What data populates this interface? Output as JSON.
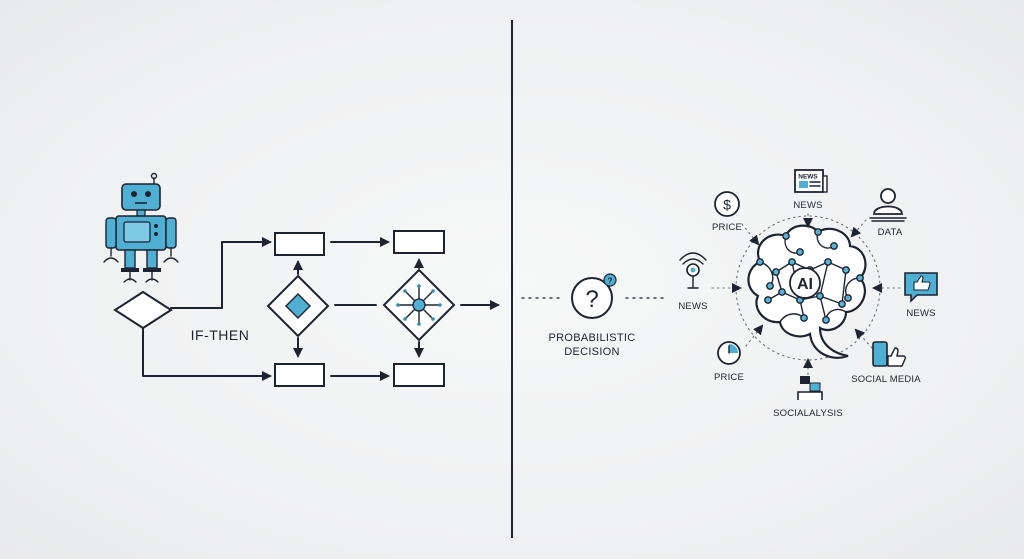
{
  "left": {
    "rule_label": "IF-THEN"
  },
  "middle": {
    "question_mark": "?",
    "badge_mark": "?",
    "decision_label_line1": "PROBABILISTIC",
    "decision_label_line2": "DECISION"
  },
  "right": {
    "brain_label": "AI",
    "inputs": [
      {
        "icon": "dollar-icon",
        "label": "PRICE"
      },
      {
        "icon": "newspaper-icon",
        "label": "NEWS"
      },
      {
        "icon": "person-icon",
        "label": "DATA"
      },
      {
        "icon": "microphone-icon",
        "label": "NEWS"
      },
      {
        "icon": "thumbs-up-bubble-icon",
        "label": "NEWS"
      },
      {
        "icon": "clock-icon",
        "label": "PRICE"
      },
      {
        "icon": "chat-person-icon",
        "label": "SOCIALALYSIS"
      },
      {
        "icon": "phone-like-icon",
        "label": "SOCIAL MEDIA"
      }
    ],
    "dollar_glyph": "$",
    "newspaper_glyph": "NEWS"
  },
  "colors": {
    "accent": "#4fb0d3",
    "line": "#1d2330",
    "background": "#f1f2f3"
  }
}
